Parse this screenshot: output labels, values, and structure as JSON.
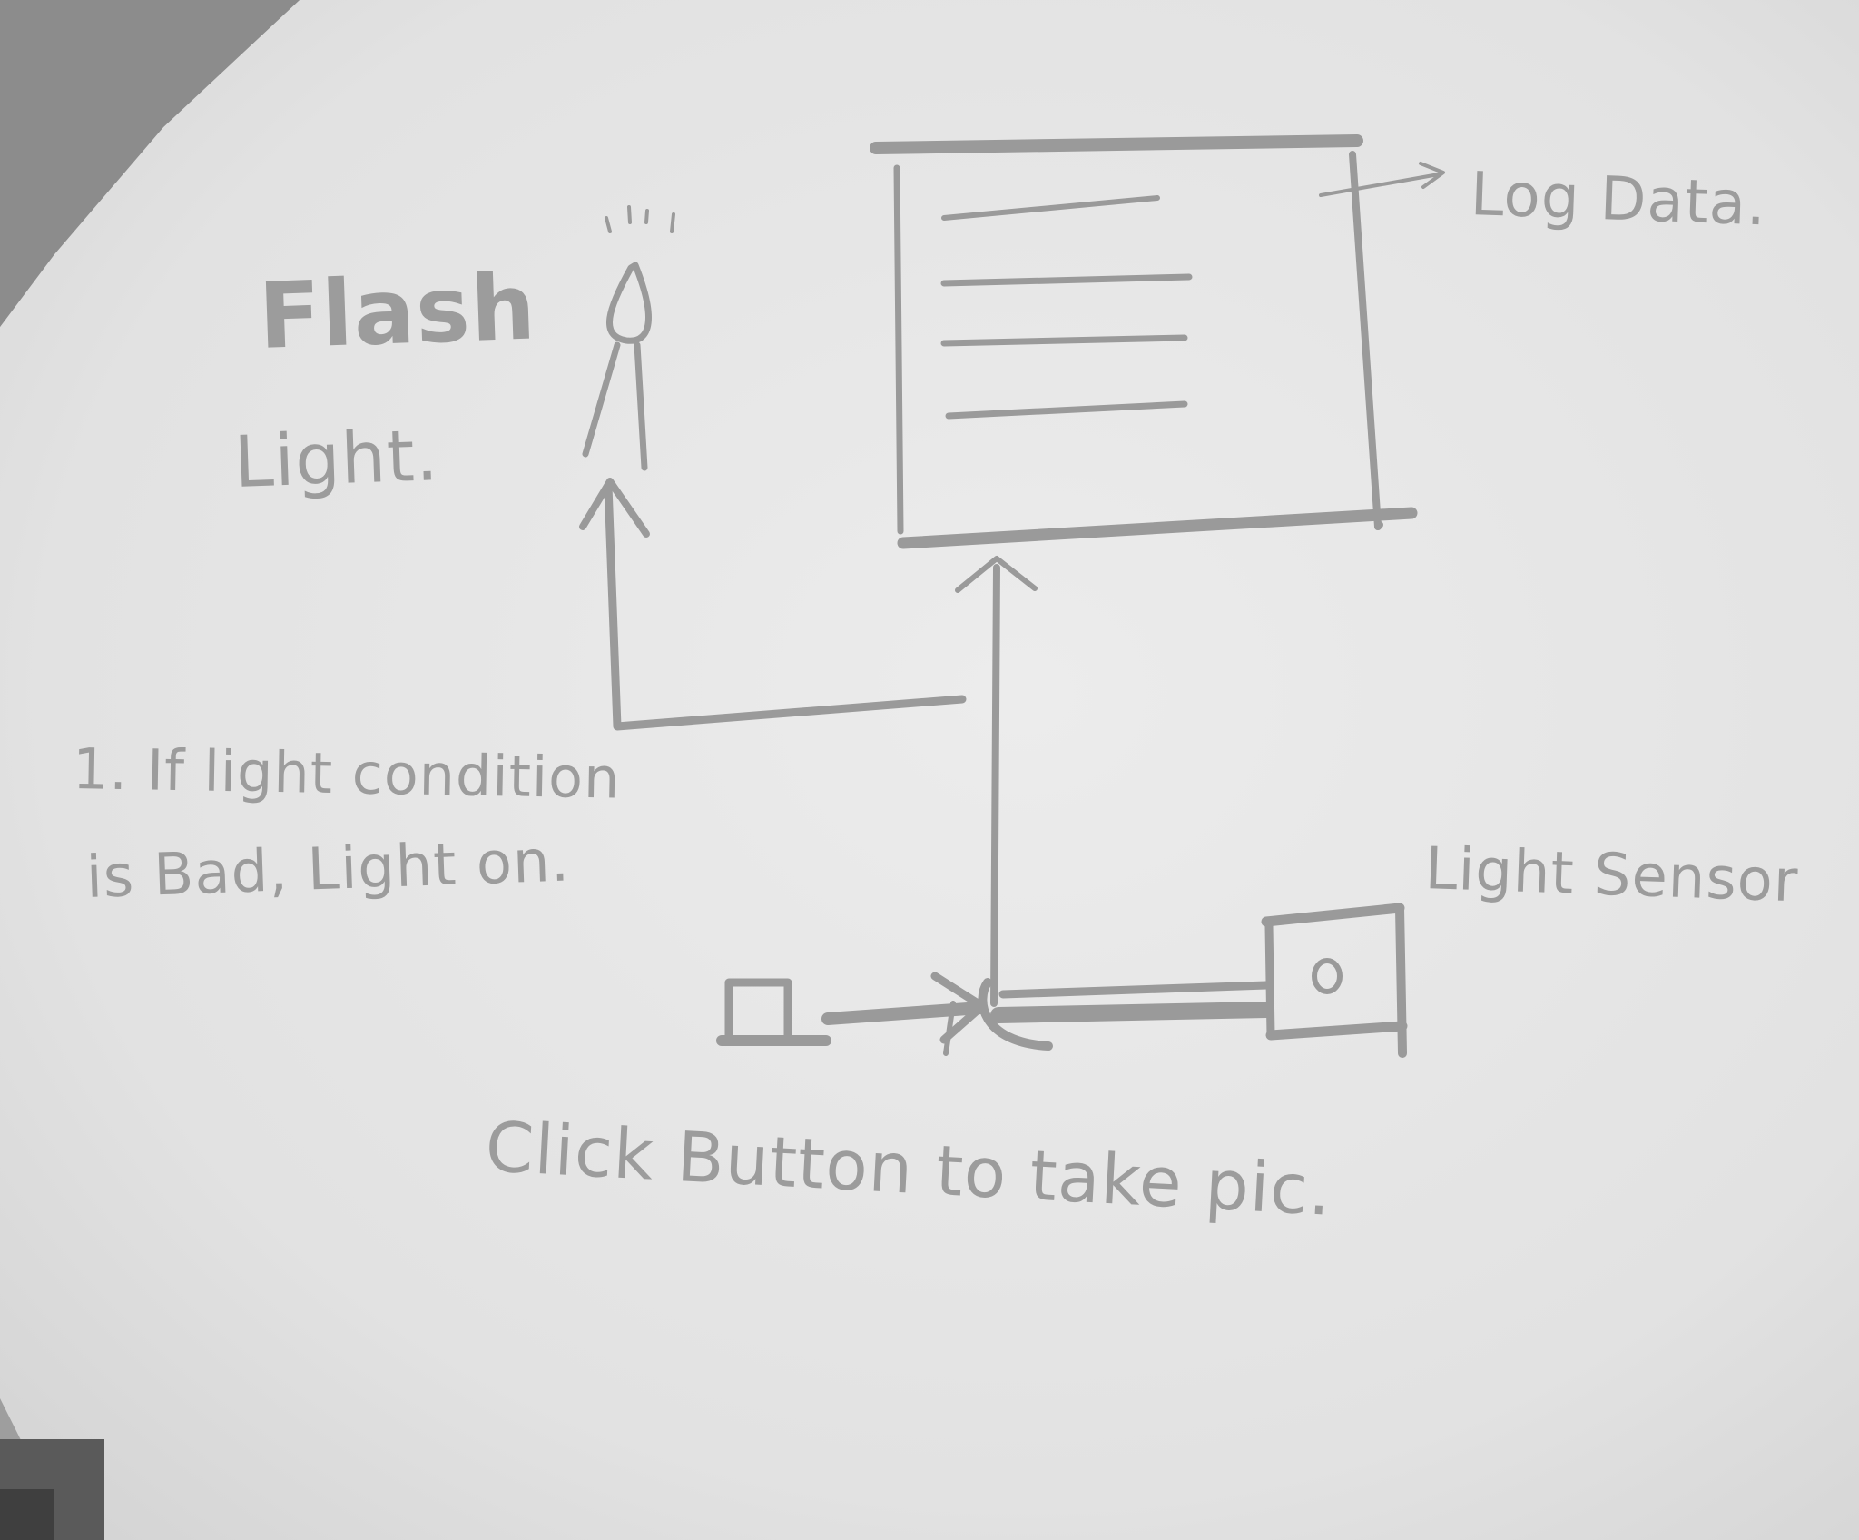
{
  "labels": {
    "flash_line1": "Flash",
    "flash_line2": "Light.",
    "log_data": "Log Data.",
    "note_line1": "1. If light condition",
    "note_line2": "is Bad, Light on.",
    "light_sensor": "Light Sensor",
    "click_button": "Click Button to take pic."
  },
  "colors": {
    "paper": "#e6e6e6",
    "ink": "#9a9a9a",
    "shadow": "#8a8a8a"
  }
}
